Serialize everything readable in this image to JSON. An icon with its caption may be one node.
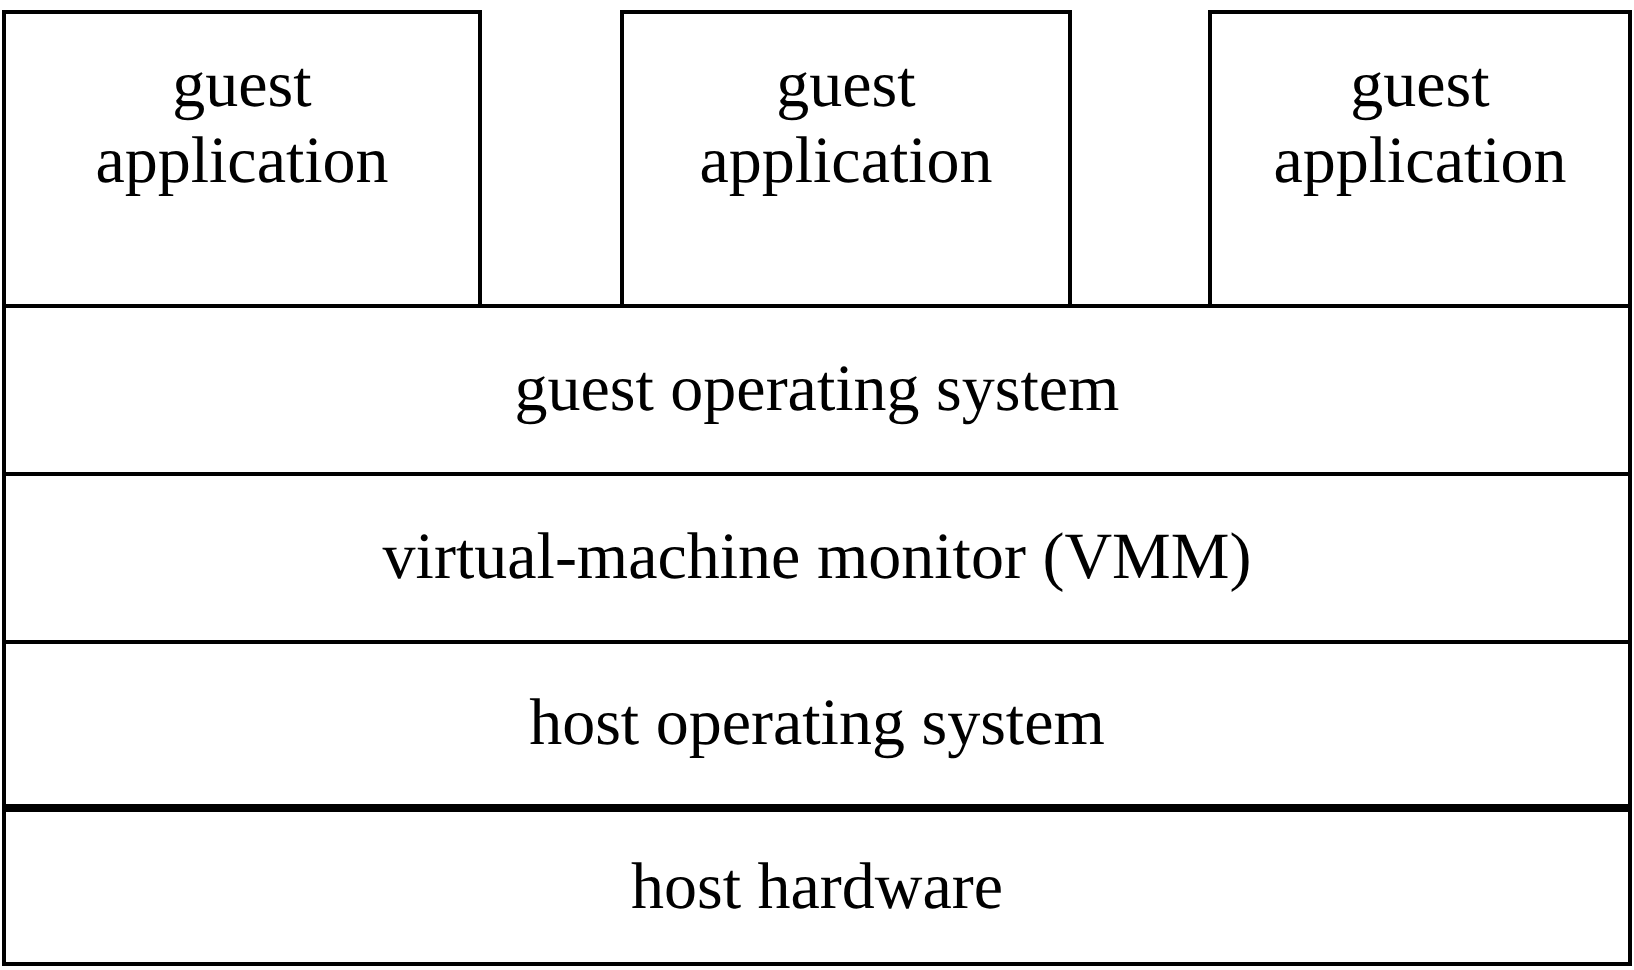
{
  "diagram": {
    "nodes": [
      {
        "text": [
          "guest application"
        ]
      },
      {
        "text": [
          "guest application"
        ]
      },
      {
        "text": [
          "guest application"
        ]
      },
      {
        "text": [
          "guest operating system"
        ]
      },
      {
        "text": [
          "virtual-machine monitor (VMM)"
        ]
      },
      {
        "text": [
          "host operating system"
        ]
      },
      {
        "text": [
          "host hardware"
        ]
      }
    ]
  }
}
